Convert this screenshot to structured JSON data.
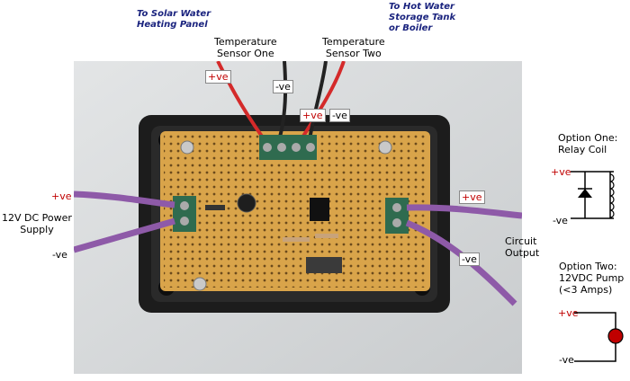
{
  "top_labels": {
    "solar": "To Solar Water\nHeating Panel",
    "storage": "To Hot Water\nStorage Tank\nor Boiler",
    "sensor_one": "Temperature\nSensor One",
    "sensor_two": "Temperature\nSensor Two"
  },
  "polarity": {
    "pve": "+ve",
    "nve": "-ve"
  },
  "left_labels": {
    "power_supply": "12V DC Power\nSupply"
  },
  "right_labels": {
    "circuit_output": "Circuit\nOutput",
    "option_one": "Option One:\nRelay Coil",
    "option_two": "Option Two:\n12VDC Pump\n(<3 Amps)"
  },
  "colors": {
    "pcb": "#d9a44a",
    "enclosure": "#1c1c1c",
    "wire_red": "#d42a2a",
    "wire_black": "#222222",
    "wire_purple": "#8e5aa8",
    "terminal_green": "#2f6b4f",
    "pump_red": "#c00000"
  }
}
